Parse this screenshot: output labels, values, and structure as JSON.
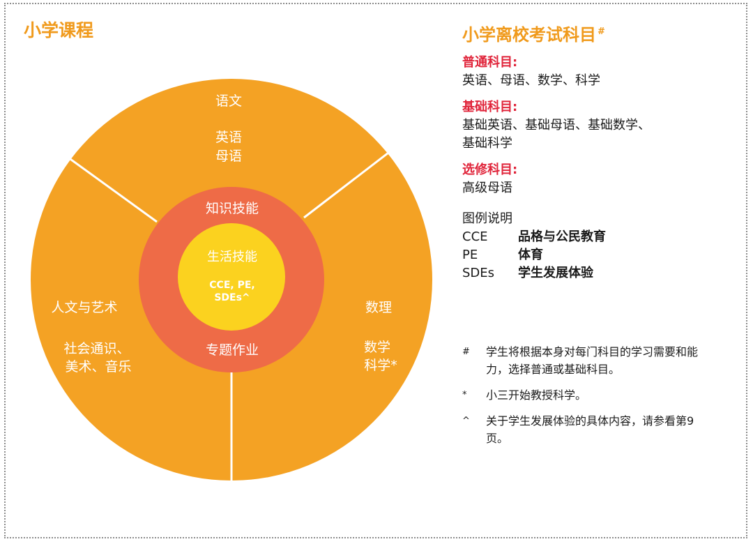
{
  "colors": {
    "outer_ring": "#f4a224",
    "middle_ring": "#ee6b47",
    "inner_core": "#fbd21f",
    "title_orange": "#f09a1c",
    "heading_red": "#e0243a",
    "divider": "#ffffff",
    "text_white": "#ffffff"
  },
  "left_title": "小学课程",
  "wheel": {
    "top": {
      "line1": "语文",
      "line2": "英语",
      "line3": "母语"
    },
    "left": {
      "line1": "人文与艺术",
      "line2": "社会通识、",
      "line3": "美术、音乐"
    },
    "right": {
      "line1": "数理",
      "line2": "数学",
      "line3": "科学*"
    },
    "middle_top": "知识技能",
    "middle_bottom": "专题作业",
    "core_line1": "生活技能",
    "core_line2": "CCE, PE,",
    "core_line3": "SDEs^"
  },
  "panel": {
    "title": "小学离校考试科目",
    "title_mark": "#",
    "groups": [
      {
        "title": "普通科目:",
        "lines": [
          "英语、母语、数学、科学"
        ]
      },
      {
        "title": "基础科目:",
        "lines": [
          "基础英语、基础母语、基础数学、",
          "基础科学"
        ]
      },
      {
        "title": "选修科目:",
        "lines": [
          "高级母语"
        ]
      }
    ],
    "legend": {
      "title": "图例说明",
      "rows": [
        {
          "abbr": "CCE",
          "desc": "品格与公民教育"
        },
        {
          "abbr": "PE",
          "desc": "体育"
        },
        {
          "abbr": "SDEs",
          "desc": "学生发展体验"
        }
      ]
    }
  },
  "notes": [
    {
      "symbol": "#",
      "text": "学生将根据本身对每门科目的学习需要和能力，选择普通或基础科目。"
    },
    {
      "symbol": "*",
      "text": "小三开始教授科学。"
    },
    {
      "symbol": "^",
      "text": "关于学生发展体验的具体内容，请参看第9页。"
    }
  ]
}
